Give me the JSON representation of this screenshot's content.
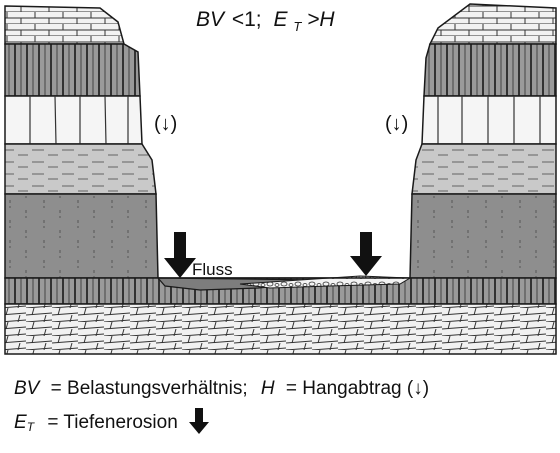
{
  "diagram": {
    "header": {
      "bv_symbol": "BV",
      "bv_relation": "<1;",
      "et_symbol": "E",
      "et_subscript": "T",
      "et_relation": ">H"
    },
    "slope_marker_left": "(↓)",
    "slope_marker_right": "(↓)",
    "river_label": "Fluss"
  },
  "legend": {
    "row1": {
      "bv_symbol": "BV",
      "bv_def": "= Belastungsverhältnis;",
      "h_symbol": "H",
      "h_def": "= Hangabtrag (↓)"
    },
    "row2": {
      "et_symbol": "E",
      "et_subscript": "T",
      "et_def": "= Tiefenerosion"
    }
  },
  "colors": {
    "rock_light": "#f4f4f4",
    "rock_mid": "#bfbfbf",
    "rock_dark": "#8f8f8f",
    "rock_band": "#a9a9a9",
    "line": "#1a1a1a"
  }
}
